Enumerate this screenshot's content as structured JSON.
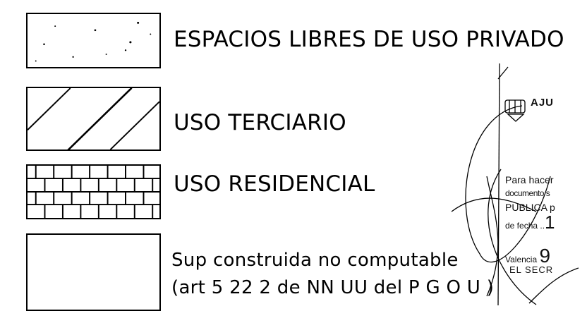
{
  "legend": {
    "items": [
      {
        "label": "ESPACIOS LIBRES DE USO PRIVADO",
        "pattern": "dots"
      },
      {
        "label": "USO TERCIARIO",
        "pattern": "diagonal-hatch"
      },
      {
        "label": "USO RESIDENCIAL",
        "pattern": "brick-grid"
      },
      {
        "label_line1": "Sup  construida no computable",
        "label_line2": "(art  5 22 2 de NN UU  del P G O U )",
        "pattern": "blank"
      }
    ]
  },
  "stamp": {
    "header": "AJU",
    "line1": "Para  hacer",
    "line2": "documento s",
    "line3": "PUBLICA  p",
    "line4_prefix": "de fecha ..",
    "line4_value": "1",
    "line5_prefix": "Valencia",
    "line5_value": "9",
    "line6": "EL  SECR"
  },
  "colors": {
    "ink": "#000000",
    "paper": "#ffffff"
  }
}
